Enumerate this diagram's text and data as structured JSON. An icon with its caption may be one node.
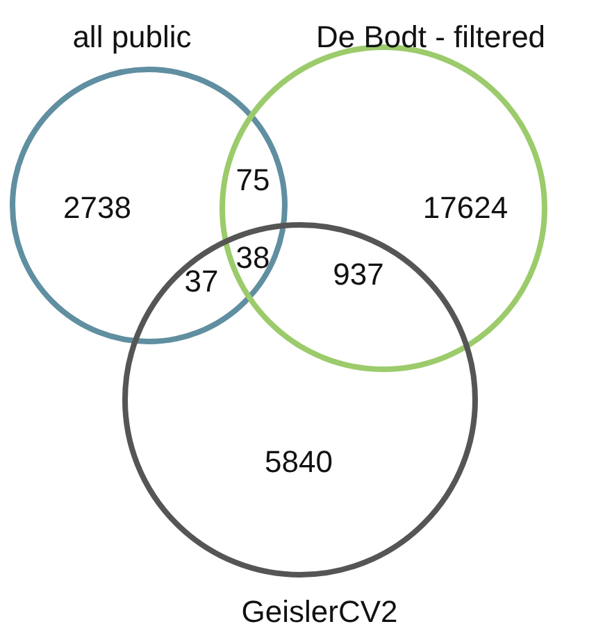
{
  "diagram": {
    "nodes": [
      {
        "text": [
          "all public"
        ]
      },
      {
        "text": [
          "De Bodt - filtered"
        ]
      },
      {
        "text": [
          "GeislerCV2"
        ]
      }
    ],
    "labels": [
      "2738",
      "75",
      "17624",
      "38",
      "37",
      "937",
      "5840"
    ]
  }
}
